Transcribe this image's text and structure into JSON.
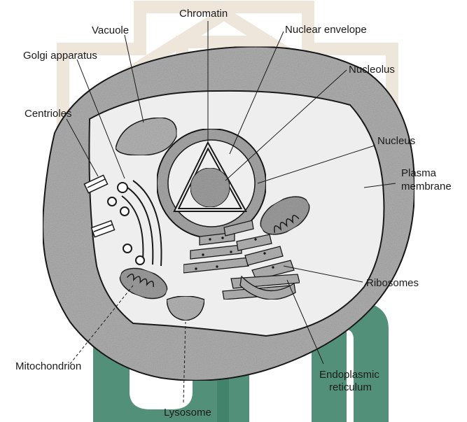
{
  "diagram": {
    "labels": {
      "chromatin": "Chromatin",
      "vacuole": "Vacuole",
      "nuclear_envelope": "Nuclear envelope",
      "golgi_apparatus": "Golgi apparatus",
      "nucleolus": "Nucleolus",
      "centrioles": "Centrioles",
      "nucleus": "Nucleus",
      "plasma_membrane_line1": "Plasma",
      "plasma_membrane_line2": "membrane",
      "ribosomes": "Ribosomes",
      "mitochondrion": "Mitochondrion",
      "endoplasmic_reticulum_line1": "Endoplasmic",
      "endoplasmic_reticulum_line2": "reticulum",
      "lysosome": "Lysosome"
    },
    "colors": {
      "watermark_tan": "#dccab0",
      "watermark_green": "#1f6e52",
      "cell_stipple": "#9a9a9a",
      "cytoplasm": "#eeeeee",
      "line": "#1a1a1a"
    }
  }
}
